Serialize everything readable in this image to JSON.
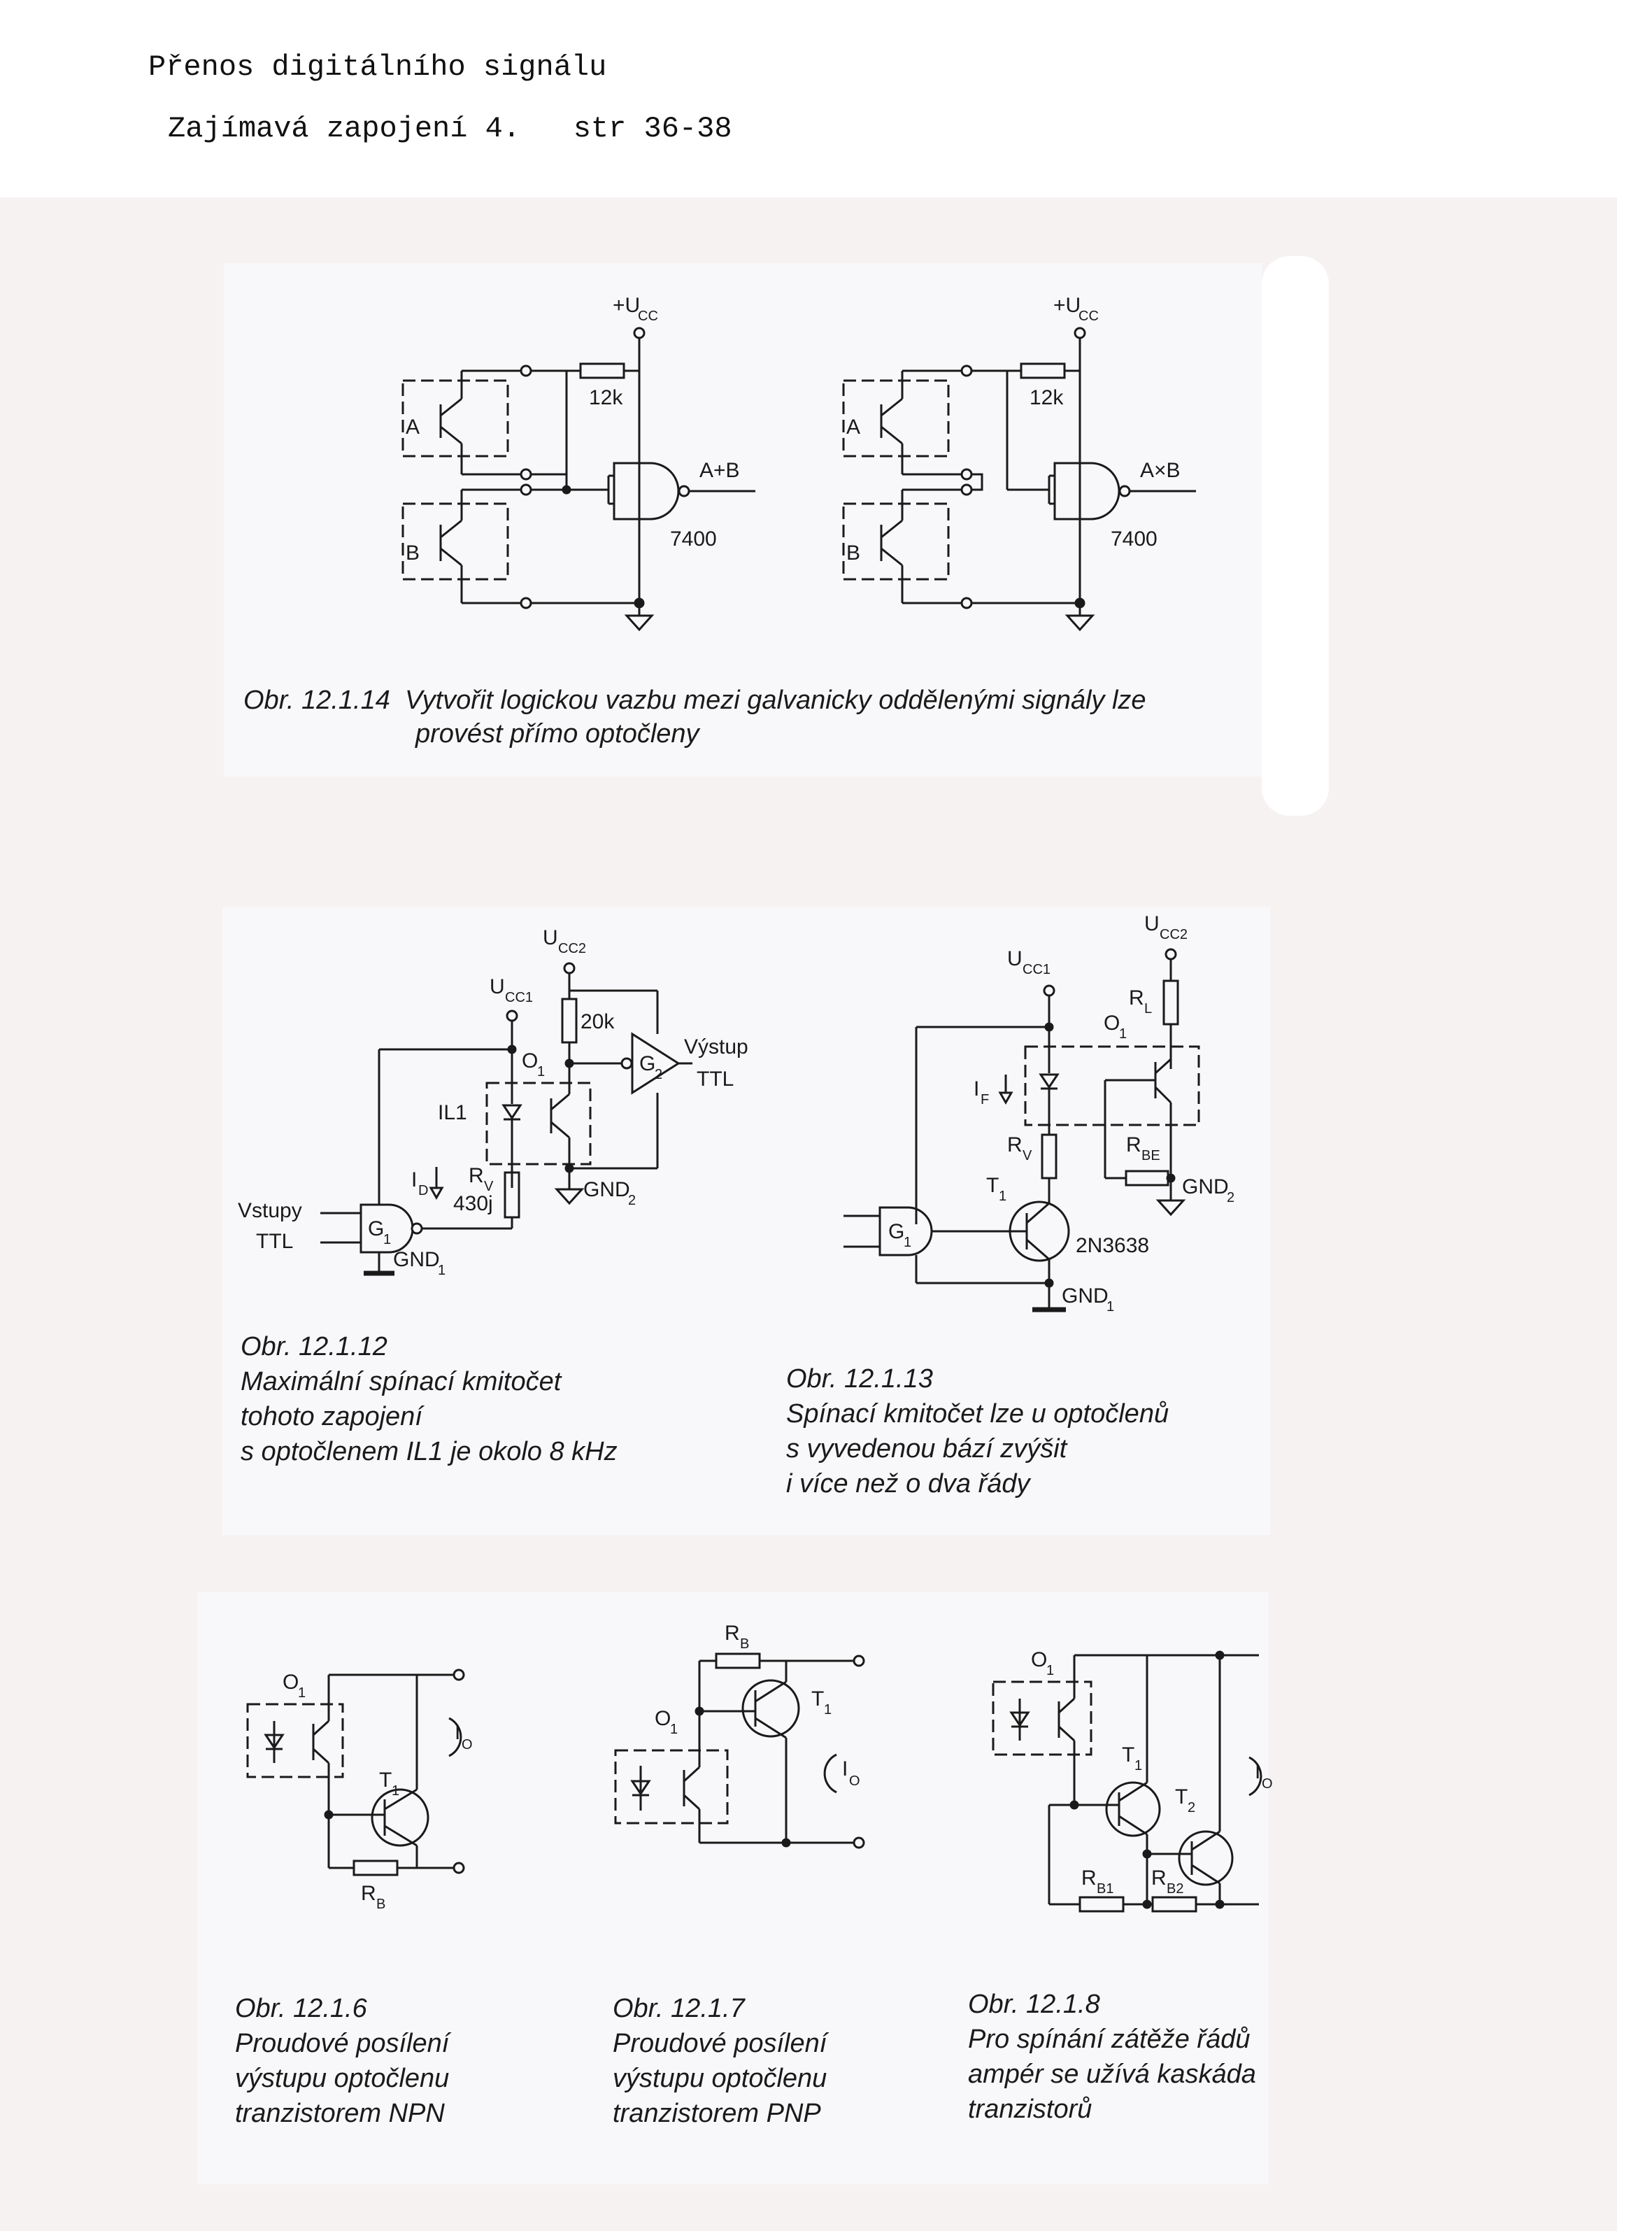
{
  "header": {
    "title": "Přenos digitálního signálu",
    "subtitle": "Zajímavá zapojení 4.   str 36-38"
  },
  "figures": {
    "fig_12_1_14": {
      "caption_line1": "Obr. 12.1.14  Vytvořit logickou vazbu mezi galvanicky oddělenými signály lze",
      "caption_line2": "provést přímo optočleny",
      "left": {
        "vcc": "+U",
        "vcc_sub": "CC",
        "resistor": "12k",
        "label_a": "A",
        "label_b": "B",
        "output": "A+B",
        "ic": "7400"
      },
      "right": {
        "vcc": "+U",
        "vcc_sub": "CC",
        "resistor": "12k",
        "label_a": "A",
        "label_b": "B",
        "output": "A×B",
        "ic": "7400"
      }
    },
    "fig_12_1_12": {
      "title": "Obr. 12.1.12",
      "caption_line1": "Maximální spínací kmitočet",
      "caption_line2": "tohoto zapojení",
      "caption_line3": "s optočlenem IL1 je okolo 8 kHz",
      "ucc2": "U",
      "ucc2_sub": "CC2",
      "ucc1": "U",
      "ucc1_sub": "CC1",
      "r20k": "20k",
      "o1": "O",
      "o1_sub": "1",
      "g2": "G",
      "g2_sub": "2",
      "output_label1": "Výstup",
      "output_label2": "TTL",
      "il1": "IL1",
      "id": "I",
      "id_sub": "D",
      "rv": "R",
      "rv_sub": "V",
      "rv_value": "430j",
      "gnd2": "GND",
      "gnd2_sub": "2",
      "inputs_label1": "Vstupy",
      "inputs_label2": "TTL",
      "g1": "G",
      "g1_sub": "1",
      "gnd1": "GND",
      "gnd1_sub": "1"
    },
    "fig_12_1_13": {
      "title": "Obr. 12.1.13",
      "caption_line1": "Spínací kmitočet lze u optočlenů",
      "caption_line2": "s vyvedenou bází zvýšit",
      "caption_line3": "i více než o dva řády",
      "ucc2": "U",
      "ucc2_sub": "CC2",
      "ucc1": "U",
      "ucc1_sub": "CC1",
      "rl": "R",
      "rl_sub": "L",
      "o1": "O",
      "o1_sub": "1",
      "if": "I",
      "if_sub": "F",
      "rbe": "R",
      "rbe_sub": "BE",
      "rv": "R",
      "rv_sub": "V",
      "gnd2": "GND",
      "gnd2_sub": "2",
      "t1": "T",
      "t1_sub": "1",
      "g1": "G",
      "g1_sub": "1",
      "transistor": "2N3638",
      "gnd1": "GND",
      "gnd1_sub": "1"
    },
    "fig_12_1_6": {
      "title": "Obr. 12.1.6",
      "caption_line1": "Proudové posílení",
      "caption_line2": "výstupu optočlenu",
      "caption_line3": "tranzistorem NPN",
      "o1": "O",
      "o1_sub": "1",
      "t1": "T",
      "t1_sub": "1",
      "io": "I",
      "io_sub": "O",
      "rb": "R",
      "rb_sub": "B"
    },
    "fig_12_1_7": {
      "title": "Obr. 12.1.7",
      "caption_line1": "Proudové posílení",
      "caption_line2": "výstupu optočlenu",
      "caption_line3": "tranzistorem PNP",
      "rb": "R",
      "rb_sub": "B",
      "o1": "O",
      "o1_sub": "1",
      "t1": "T",
      "t1_sub": "1",
      "io": "I",
      "io_sub": "O"
    },
    "fig_12_1_8": {
      "title": "Obr. 12.1.8",
      "caption_line1": "Pro spínání zátěže řádů",
      "caption_line2": "ampér se užívá kaskáda",
      "caption_line3": "tranzistorů",
      "o1": "O",
      "o1_sub": "1",
      "t1": "T",
      "t1_sub": "1",
      "t2": "T",
      "t2_sub": "2",
      "io": "I",
      "io_sub": "O",
      "rb1": "R",
      "rb1_sub": "B1",
      "rb2": "R",
      "rb2_sub": "B2"
    }
  }
}
